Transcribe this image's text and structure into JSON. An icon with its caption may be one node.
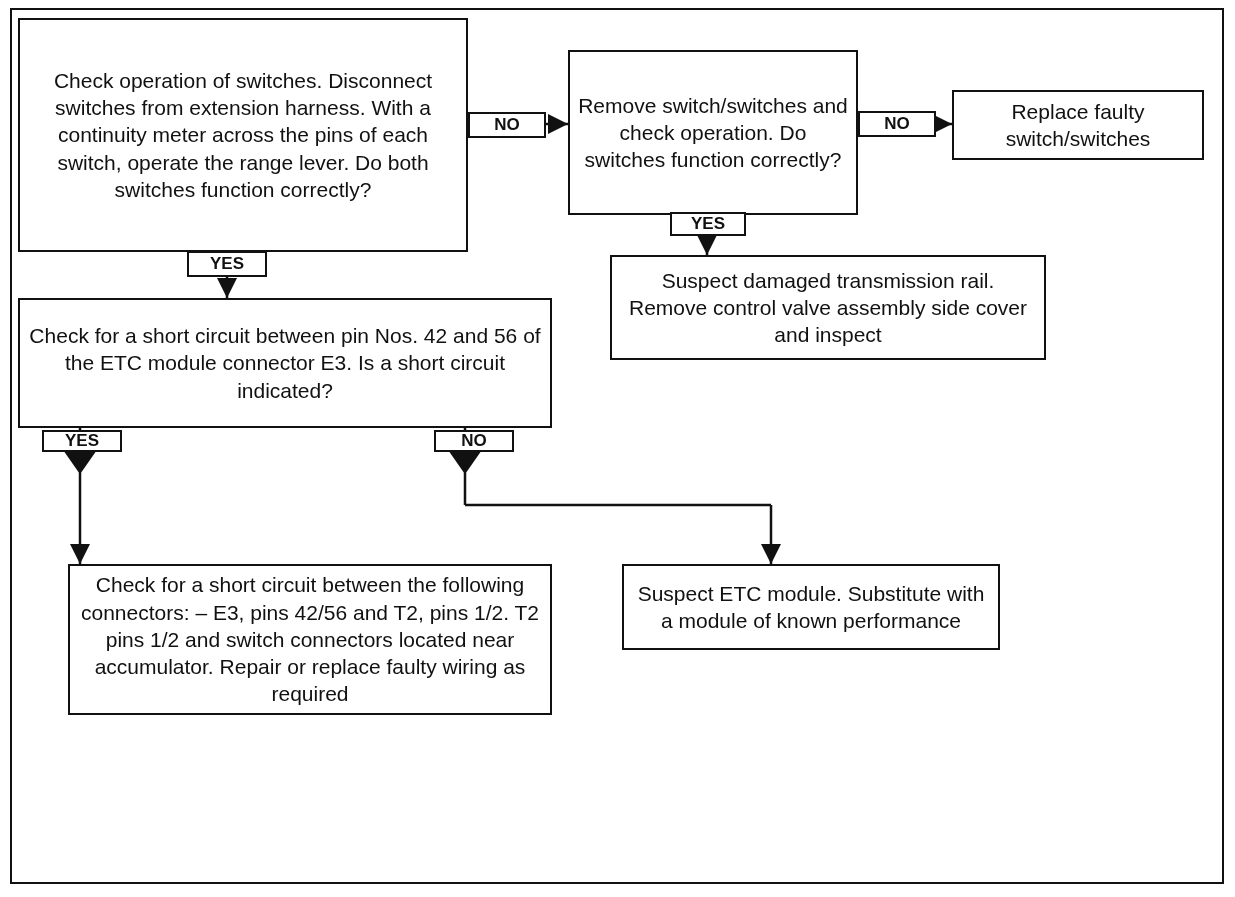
{
  "diagram": {
    "nodes": [
      {
        "text": [
          "Check operation of switches. Disconnect switches from extension harness. With a continuity meter across the pins of each switch, operate the range lever. Do both switches function correctly?"
        ]
      },
      {
        "text": [
          "Remove switch/switches and check operation. Do switches function correctly?"
        ]
      },
      {
        "text": [
          "Replace faulty switch/switches"
        ]
      },
      {
        "text": [
          "Suspect damaged transmission rail. Remove control valve assembly side cover and inspect"
        ]
      },
      {
        "text": [
          "Check for a short circuit between pin Nos. 42 and 56 of the ETC module connector E3. Is a short circuit indicated?"
        ]
      },
      {
        "text": [
          "Check for a short circuit between the following connectors: – E3, pins 42/56 and T2, pins 1/2. T2 pins 1/2 and switch connectors located near accumulator. Repair or replace faulty wiring as required"
        ]
      },
      {
        "text": [
          "Suspect ETC module. Substitute with a module of known performance"
        ]
      }
    ],
    "edges": [
      {
        "from": 0,
        "to": 1,
        "arrow": "to",
        "label": "NO"
      },
      {
        "from": 1,
        "to": 2,
        "arrow": "to",
        "label": "NO"
      },
      {
        "from": 1,
        "to": 3,
        "arrow": "to",
        "label": "YES"
      },
      {
        "from": 0,
        "to": 4,
        "arrow": "to",
        "label": "YES"
      },
      {
        "from": 4,
        "to": 5,
        "arrow": "to",
        "label": "YES"
      },
      {
        "from": 4,
        "to": 6,
        "arrow": "to",
        "label": "NO"
      }
    ]
  }
}
